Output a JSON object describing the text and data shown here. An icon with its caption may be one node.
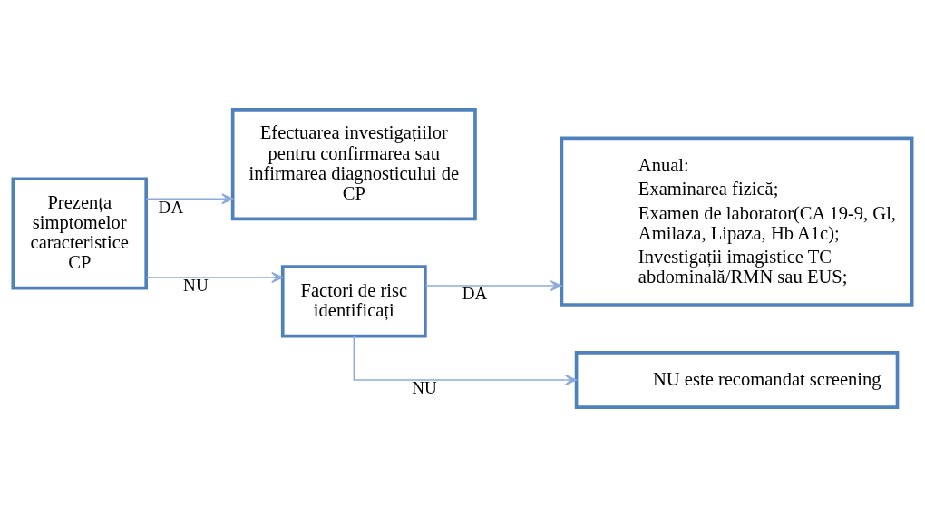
{
  "diagram": {
    "nodes": [
      {
        "text": [
          "Prezența simptomelor caracteristice CP"
        ]
      },
      {
        "text": [
          "Efectuarea investigațiilor pentru confirmarea sau infirmarea diagnosticului de CP"
        ]
      },
      {
        "text": [
          "Factori de risc identificați"
        ]
      },
      {
        "text": [
          "Anual:",
          "Examinarea fizică;",
          "Examen de laborator(CA 19-9, Gl, Amilaza, Lipaza, Hb A1c);",
          "Investigații imagistice TC abdominală/RMN sau EUS;"
        ]
      },
      {
        "text": [
          "NU este recomandat screening"
        ]
      }
    ],
    "edges": [
      {
        "from": 0,
        "to": 1,
        "arrow": "to",
        "label": "DA"
      },
      {
        "from": 0,
        "to": 2,
        "arrow": "to",
        "label": "NU"
      },
      {
        "from": 2,
        "to": 3,
        "arrow": "to",
        "label": "DA"
      },
      {
        "from": 2,
        "to": 4,
        "arrow": "to",
        "label": "NU"
      }
    ]
  }
}
